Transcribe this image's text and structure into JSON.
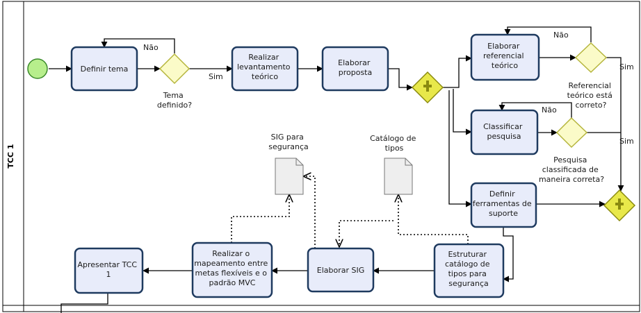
{
  "pool": {
    "label": "TCC 1"
  },
  "tasks": {
    "definir_tema": [
      "Definir tema"
    ],
    "realizar_levantamento": [
      "Realizar",
      "levantamento",
      "teórico"
    ],
    "elaborar_proposta": [
      "Elaborar",
      "proposta"
    ],
    "elaborar_referencial": [
      "Elaborar",
      "referencial",
      "teórico"
    ],
    "classificar_pesquisa": [
      "Classificar",
      "pesquisa"
    ],
    "definir_ferramentas": [
      "Definir",
      "ferramentas de",
      "suporte"
    ],
    "estruturar_catalogo": [
      "Estruturar",
      "catálogo de",
      "tipos para",
      "segurança"
    ],
    "elaborar_sig": [
      "Elaborar SIG"
    ],
    "realizar_mapeamento": [
      "Realizar o",
      "mapeamento entre",
      "metas flexíveis e o",
      "padrão MVC"
    ],
    "apresentar_tcc": [
      "Apresentar TCC",
      "1"
    ]
  },
  "gateways": {
    "tema_definido": [
      "Tema",
      "definido?"
    ],
    "referencial_correto": [
      "Referencial",
      "teórico está",
      "correto?"
    ],
    "pesquisa_classificada": [
      "Pesquisa",
      "classificada de",
      "maneira correta?"
    ]
  },
  "flow_labels": {
    "nao_1": "Não",
    "sim_1": "Sim",
    "nao_2": "Não",
    "sim_2": "Sim",
    "nao_3": "Não",
    "sim_3": "Sim"
  },
  "artifacts": {
    "sig_seguranca": [
      "SIG para",
      "segurança"
    ],
    "catalogo_tipos": [
      "Catálogo de",
      "tipos"
    ]
  },
  "colors": {
    "task_fill": "#e8ecfa",
    "task_stroke": "#1e3a5f",
    "gateway_fill": "#fbfbc8",
    "gateway_stroke": "#b5b53c",
    "parallel_fill": "#e8e84a",
    "start_fill": "#b7ee8c",
    "start_stroke": "#3a8a2a",
    "document_fill": "#eeeeee"
  }
}
